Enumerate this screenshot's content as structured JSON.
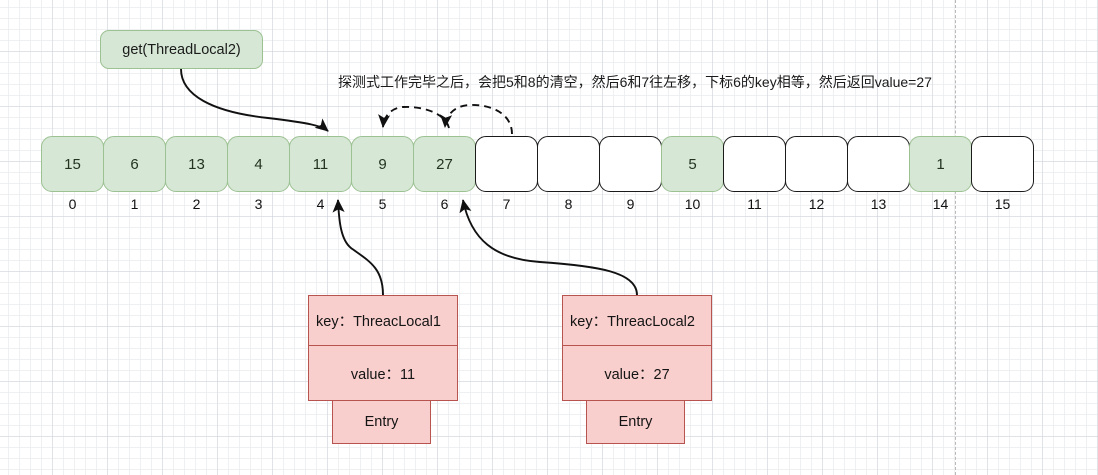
{
  "diagram": {
    "title": "ThreadLocalMap get() probing diagram",
    "colors": {
      "green_fill": "#d6e8d5",
      "green_border": "#9cc192",
      "pink_fill": "#f9cfcd",
      "pink_border": "#b85450",
      "ink": "#1b1b1b",
      "grid_minor": "#ebedf0",
      "grid_major": "#bec3cd"
    }
  },
  "callout": {
    "label": "get(ThreadLocal2)"
  },
  "annotation": {
    "text": "探测式工作完毕之后，会把5和8的清空，然后6和7往左移，下标6的key相等，然后返回value=27"
  },
  "array": {
    "length": 16,
    "cells": [
      {
        "index": 0,
        "value": "15",
        "filled": true
      },
      {
        "index": 1,
        "value": "6",
        "filled": true
      },
      {
        "index": 2,
        "value": "13",
        "filled": true
      },
      {
        "index": 3,
        "value": "4",
        "filled": true
      },
      {
        "index": 4,
        "value": "11",
        "filled": true
      },
      {
        "index": 5,
        "value": "9",
        "filled": true
      },
      {
        "index": 6,
        "value": "27",
        "filled": true
      },
      {
        "index": 7,
        "value": "",
        "filled": false
      },
      {
        "index": 8,
        "value": "",
        "filled": false
      },
      {
        "index": 9,
        "value": "",
        "filled": false
      },
      {
        "index": 10,
        "value": "5",
        "filled": true
      },
      {
        "index": 11,
        "value": "",
        "filled": false
      },
      {
        "index": 12,
        "value": "",
        "filled": false
      },
      {
        "index": 13,
        "value": "",
        "filled": false
      },
      {
        "index": 14,
        "value": "1",
        "filled": true
      },
      {
        "index": 15,
        "value": "",
        "filled": false
      }
    ],
    "index_labels": [
      "0",
      "1",
      "2",
      "3",
      "4",
      "5",
      "6",
      "7",
      "8",
      "9",
      "10",
      "11",
      "12",
      "13",
      "14",
      "15"
    ]
  },
  "entries": [
    {
      "id": "entry-1",
      "key_label": "key：ThreacLocal1",
      "value_label": "value：11",
      "tab_label": "Entry",
      "points_to_index": 4
    },
    {
      "id": "entry-2",
      "key_label": "key：ThreacLocal2",
      "value_label": "value：27",
      "tab_label": "Entry",
      "points_to_index": 6
    }
  ],
  "connectors": [
    {
      "id": "get-to-index4",
      "style": "solid",
      "from": "get-callout",
      "to": "array-index-4"
    },
    {
      "id": "shift-6-to-5",
      "style": "dashed",
      "from": "array-index-6",
      "to": "array-index-5"
    },
    {
      "id": "shift-7-to-6",
      "style": "dashed",
      "from": "array-index-7",
      "to": "array-index-6"
    },
    {
      "id": "entry1-to-index4",
      "style": "solid",
      "from": "entry-1",
      "to": "array-index-4"
    },
    {
      "id": "entry2-to-index6",
      "style": "solid",
      "from": "entry-2",
      "to": "array-index-6"
    }
  ]
}
